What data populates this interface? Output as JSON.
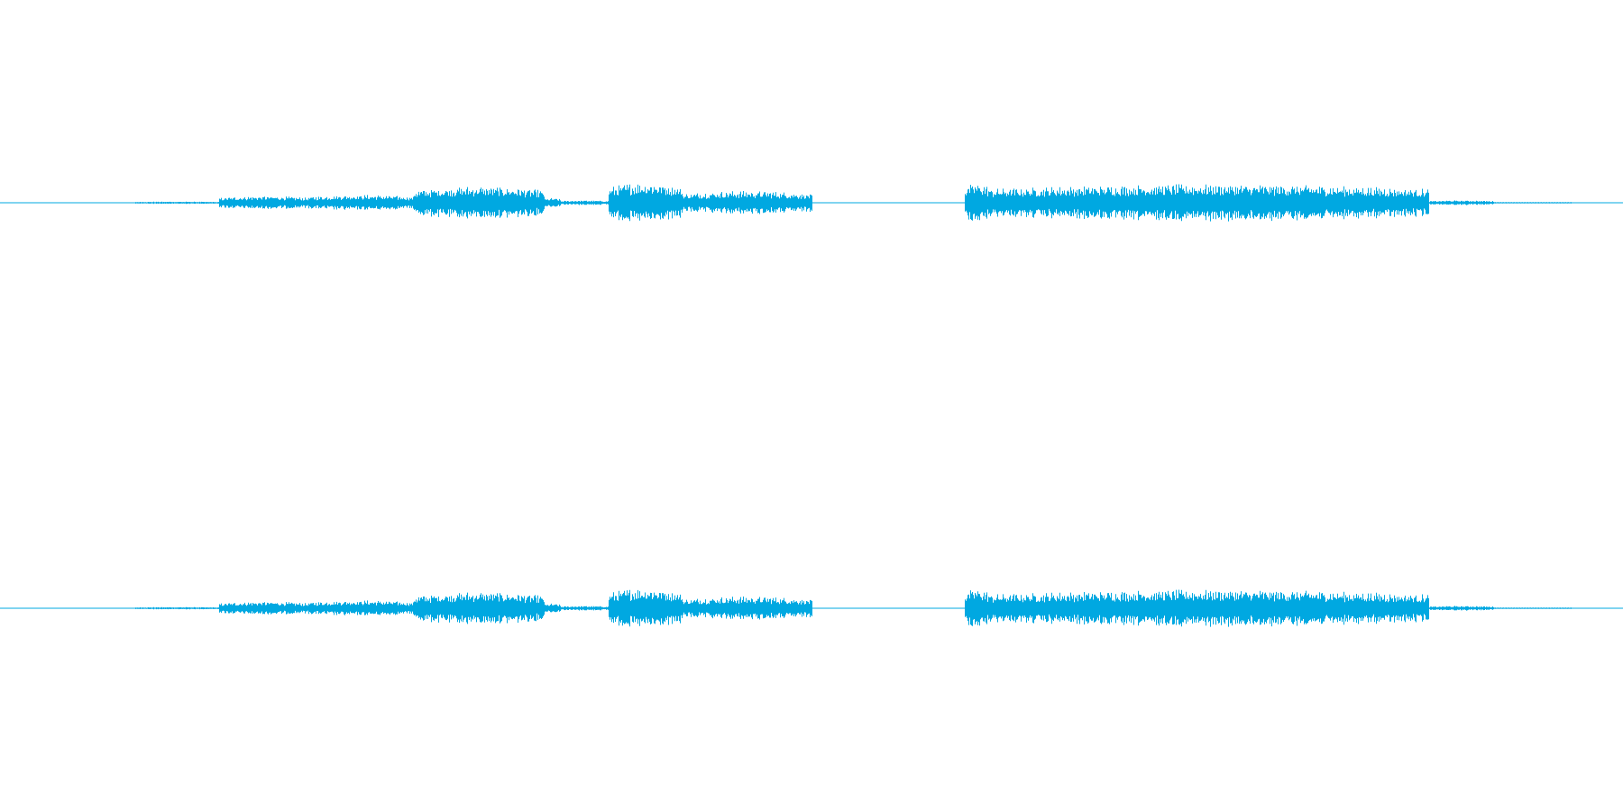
{
  "waveform": {
    "color": "#00a8e1",
    "background": "#ffffff",
    "channels": [
      {
        "channel": 1
      },
      {
        "channel": 2
      }
    ],
    "segments": [
      {
        "start": 0.083,
        "end": 0.135,
        "amplitude": 0.03
      },
      {
        "start": 0.135,
        "end": 0.19,
        "amplitude": 0.17
      },
      {
        "start": 0.19,
        "end": 0.255,
        "amplitude": 0.2
      },
      {
        "start": 0.255,
        "end": 0.335,
        "amplitude": 0.42
      },
      {
        "start": 0.335,
        "end": 0.345,
        "amplitude": 0.12
      },
      {
        "start": 0.345,
        "end": 0.375,
        "amplitude": 0.06
      },
      {
        "start": 0.375,
        "end": 0.42,
        "amplitude": 0.52
      },
      {
        "start": 0.42,
        "end": 0.5,
        "amplitude": 0.3
      },
      {
        "start": 0.594,
        "end": 0.61,
        "amplitude": 0.5
      },
      {
        "start": 0.61,
        "end": 0.88,
        "amplitude": 0.47
      },
      {
        "start": 0.88,
        "end": 0.92,
        "amplitude": 0.06
      },
      {
        "start": 0.92,
        "end": 0.968,
        "amplitude": 0.01
      }
    ]
  }
}
